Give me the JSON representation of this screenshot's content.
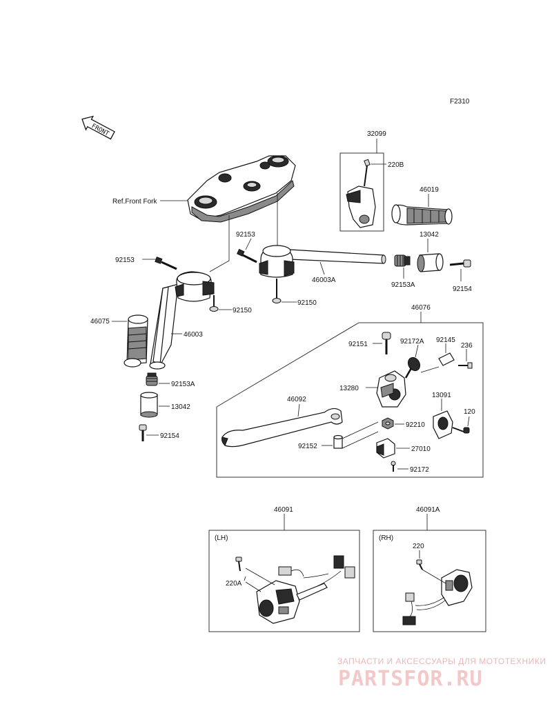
{
  "figure_code": "F2310",
  "front_arrow_label": "FRONT",
  "reference_label": "Ref.Front Fork",
  "group_labels": {
    "right_grip_group": "32099",
    "lever_group": "46076",
    "lh_switch": "46091",
    "rh_switch": "46091A",
    "lh_tag": "(LH)",
    "rh_tag": "(RH)"
  },
  "part_labels": [
    "220B",
    "46019",
    "13042",
    "92153",
    "46003A",
    "92153A",
    "92154",
    "92153",
    "92150",
    "92150",
    "46075",
    "46003",
    "92153A",
    "13042",
    "92154",
    "92151",
    "92172A",
    "92145",
    "236",
    "13280",
    "13091",
    "46092",
    "92210",
    "120",
    "92152",
    "27010",
    "92172",
    "220A",
    "220"
  ],
  "watermark": {
    "line1": "ЗАПЧАСТИ И АКСЕССУАРЫ ДЛЯ МОТОТЕХНИКИ",
    "line2": "PARTSFOR.RU"
  }
}
